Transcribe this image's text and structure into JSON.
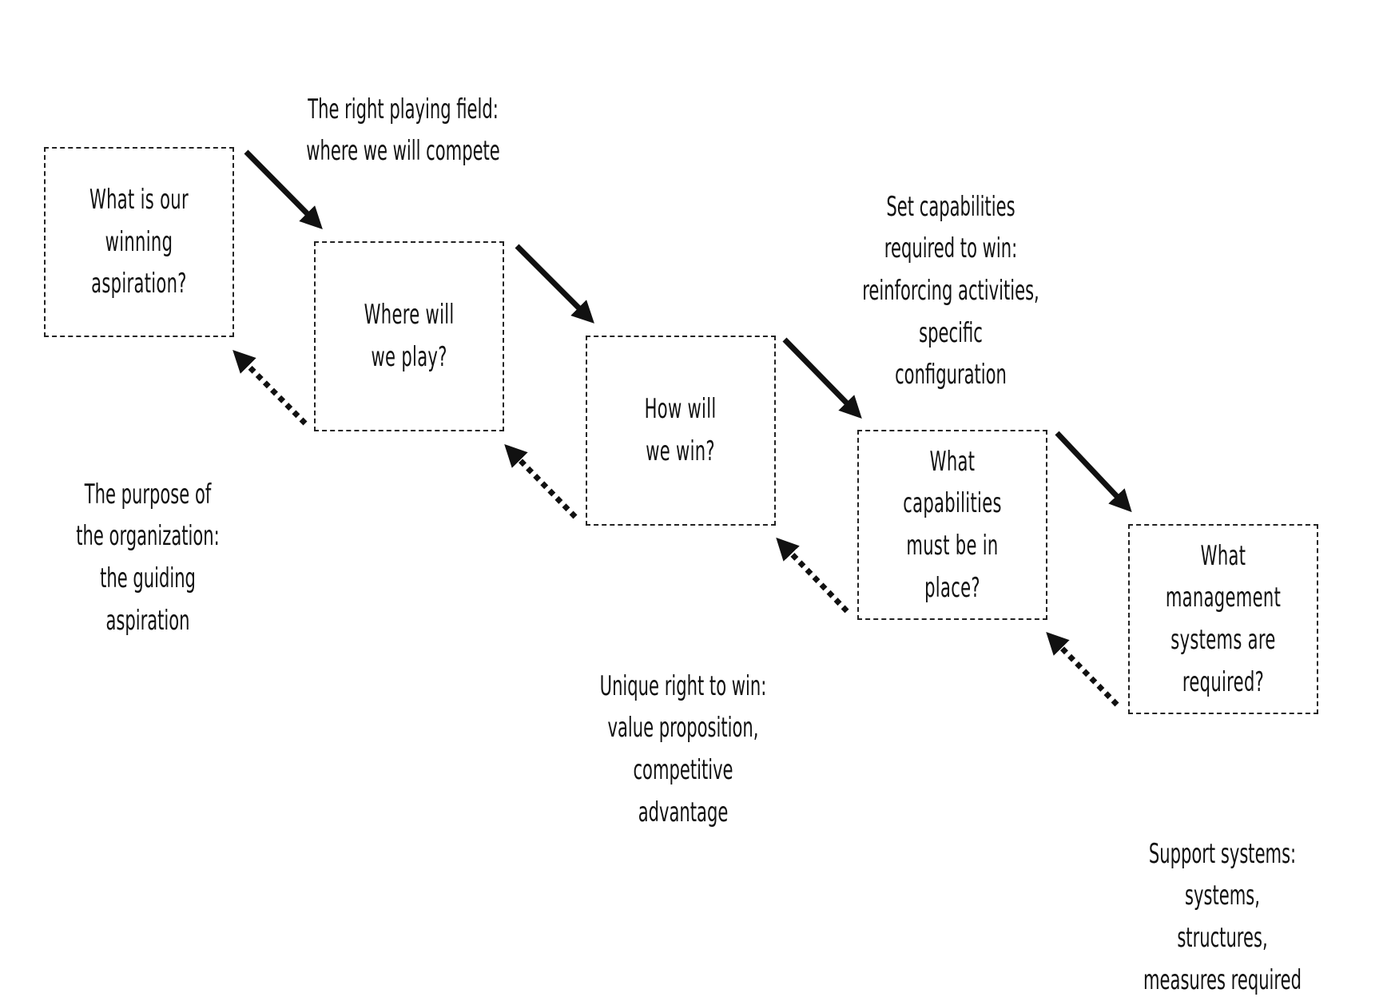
{
  "diagram": {
    "title": "Strategy cascade",
    "boxes": [
      {
        "id": "aspiration",
        "text": "What is our\nwinning\naspiration?"
      },
      {
        "id": "where-play",
        "text": "Where will\nwe play?"
      },
      {
        "id": "how-win",
        "text": "How will\nwe win?"
      },
      {
        "id": "capabilities",
        "text": "What capabilities\nmust be in place?"
      },
      {
        "id": "management",
        "text": "What management\nsystems are\nrequired?"
      }
    ],
    "annotations": [
      {
        "id": "playing-field",
        "text": "The right playing field:\nwhere we will compete"
      },
      {
        "id": "purpose",
        "text": "The purpose of\nthe organization:\nthe guiding aspiration"
      },
      {
        "id": "capabilities-note",
        "text": "Set capabilities\nrequired to win:\nreinforcing activities,\nspecific configuration"
      },
      {
        "id": "right-to-win",
        "text": "Unique right to win:\nvalue proposition,\ncompetitive advantage"
      },
      {
        "id": "support",
        "text": "Support systems:\nsystems, structures,\nmeasures required"
      }
    ],
    "connectors": [
      {
        "from": "aspiration",
        "to": "where-play",
        "style": "solid"
      },
      {
        "from": "where-play",
        "to": "how-win",
        "style": "solid"
      },
      {
        "from": "how-win",
        "to": "capabilities",
        "style": "solid"
      },
      {
        "from": "capabilities",
        "to": "management",
        "style": "solid"
      },
      {
        "from": "where-play",
        "to": "aspiration",
        "style": "dotted"
      },
      {
        "from": "how-win",
        "to": "where-play",
        "style": "dotted"
      },
      {
        "from": "capabilities",
        "to": "how-win",
        "style": "dotted"
      },
      {
        "from": "management",
        "to": "capabilities",
        "style": "dotted"
      }
    ]
  }
}
